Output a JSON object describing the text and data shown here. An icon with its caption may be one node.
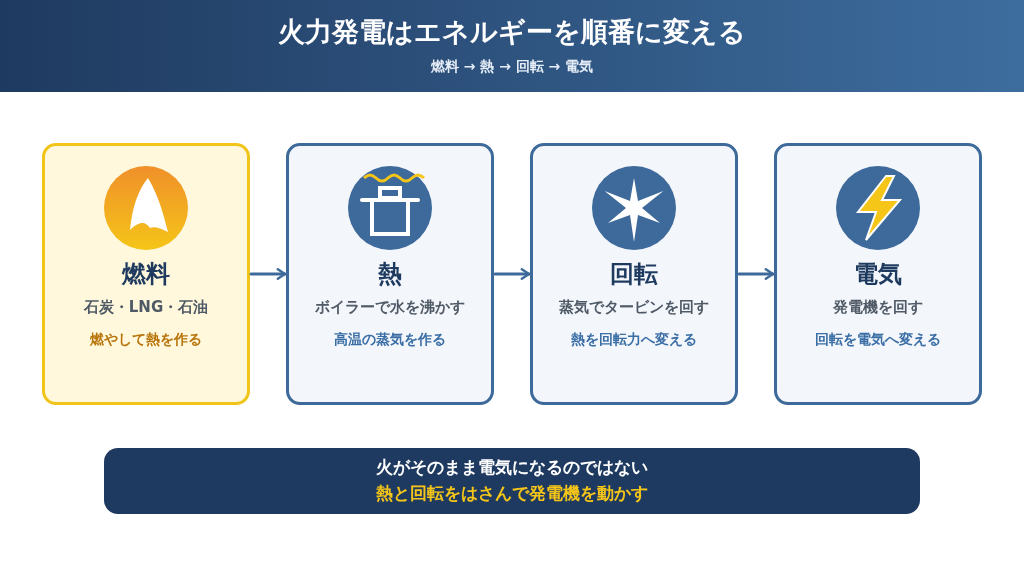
{
  "diagram": {
    "title": "火力発電はエネルギーを順番に変える",
    "nodes": [
      {
        "text": [
          "燃料",
          "石炭・LNG・石油",
          "燃やして熱を作る"
        ]
      },
      {
        "text": [
          "熱",
          "ボイラーで水を沸かす",
          "高温の蒸気を作る"
        ]
      },
      {
        "text": [
          "回転",
          "蒸気でタービンを回す",
          "熱を回転力へ変える"
        ]
      },
      {
        "text": [
          "電気",
          "発電機を回す",
          "回転を電気へ変える"
        ]
      },
      {
        "text": [
          "火がそのまま電気になるのではない",
          "熱と回転をはさんで発電機を動かす"
        ]
      }
    ],
    "edges": [
      {
        "from": 0,
        "to": 1,
        "arrow": "to"
      },
      {
        "from": 1,
        "to": 2,
        "arrow": "to"
      },
      {
        "from": 2,
        "to": 3,
        "arrow": "to"
      }
    ],
    "labels": [
      "燃料 → 熱 → 回転 → 電気"
    ]
  }
}
